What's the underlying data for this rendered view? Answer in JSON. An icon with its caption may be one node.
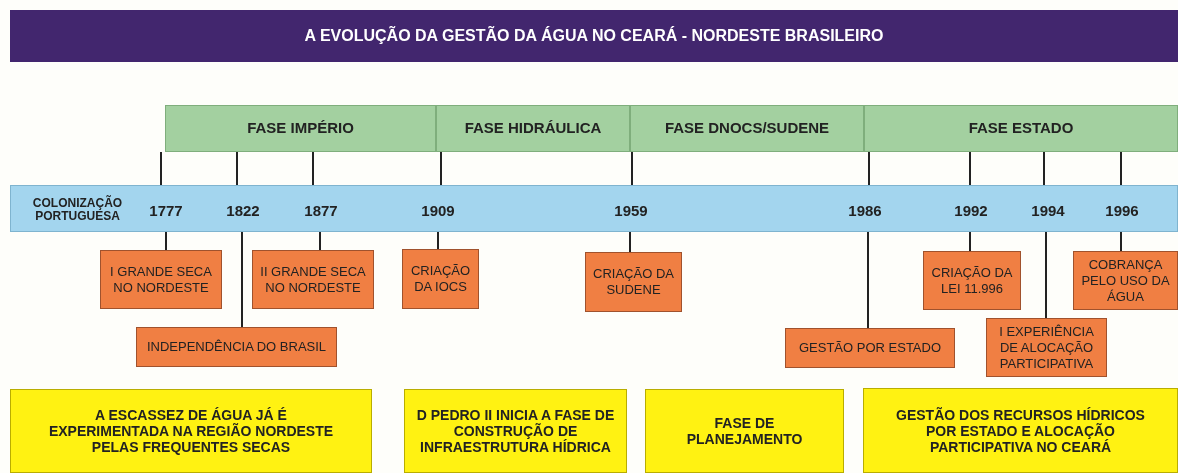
{
  "diagram": {
    "title": "A EVOLUÇÃO DA GESTÃO DA ÁGUA NO CEARÁ - NORDESTE BRASILEIRO",
    "nodes": [
      {
        "text": [
          "FASE IMPÉRIO"
        ]
      },
      {
        "text": [
          "FASE HIDRÁULICA"
        ]
      },
      {
        "text": [
          "FASE DNOCS/SUDENE"
        ]
      },
      {
        "text": [
          "FASE ESTADO"
        ]
      },
      {
        "text": [
          "COLONIZAÇÃO PORTUGUESA"
        ]
      },
      {
        "text": [
          "1777"
        ],
        "in": 4
      },
      {
        "text": [
          "1822"
        ],
        "in": 4
      },
      {
        "text": [
          "1877"
        ],
        "in": 4
      },
      {
        "text": [
          "1909"
        ],
        "in": 4
      },
      {
        "text": [
          "1959"
        ],
        "in": 4
      },
      {
        "text": [
          "1986"
        ],
        "in": 4
      },
      {
        "text": [
          "1992"
        ],
        "in": 4
      },
      {
        "text": [
          "1994"
        ],
        "in": 4
      },
      {
        "text": [
          "1996"
        ],
        "in": 4
      },
      {
        "text": [
          "I GRANDE SECA NO NORDESTE"
        ]
      },
      {
        "text": [
          "INDEPENDÊNCIA DO BRASIL"
        ]
      },
      {
        "text": [
          "II GRANDE SECA NO NORDESTE"
        ]
      },
      {
        "text": [
          "CRIAÇÃO DA IOCS"
        ]
      },
      {
        "text": [
          "CRIAÇÃO DA SUDENE"
        ]
      },
      {
        "text": [
          "GESTÃO POR ESTADO"
        ]
      },
      {
        "text": [
          "CRIAÇÃO DA LEI 11.996"
        ]
      },
      {
        "text": [
          "I EXPERIÊNCIA DE ALOCAÇÃO PARTICIPATIVA"
        ]
      },
      {
        "text": [
          "COBRANÇA PELO USO DA ÁGUA"
        ]
      },
      {
        "text": [
          "A ESCASSEZ DE ÁGUA JÁ É EXPERIMENTADA NA REGIÃO NORDESTE PELAS FREQUENTES SECAS"
        ]
      },
      {
        "text": [
          "D PEDRO II INICIA A FASE DE CONSTRUÇÃO DE INFRAESTRUTURA HÍDRICA"
        ]
      },
      {
        "text": [
          "FASE DE PLANEJAMENTO"
        ]
      },
      {
        "text": [
          "GESTÃO DOS RECURSOS HÍDRICOS POR ESTADO E ALOCAÇÃO PARTICIPATIVA NO CEARÁ"
        ]
      }
    ],
    "edges": [
      {
        "from": 0,
        "to": 5,
        "arrow": "none"
      },
      {
        "from": 0,
        "to": 6,
        "arrow": "none"
      },
      {
        "from": 0,
        "to": 7,
        "arrow": "none"
      },
      {
        "from": 1,
        "to": 8,
        "arrow": "none"
      },
      {
        "from": 2,
        "to": 9,
        "arrow": "none"
      },
      {
        "from": 3,
        "to": 10,
        "arrow": "none"
      },
      {
        "from": 3,
        "to": 11,
        "arrow": "none"
      },
      {
        "from": 3,
        "to": 12,
        "arrow": "none"
      },
      {
        "from": 3,
        "to": 13,
        "arrow": "none"
      },
      {
        "from": 5,
        "to": 14,
        "arrow": "none"
      },
      {
        "from": 6,
        "to": 15,
        "arrow": "none"
      },
      {
        "from": 7,
        "to": 16,
        "arrow": "none"
      },
      {
        "from": 8,
        "to": 17,
        "arrow": "none"
      },
      {
        "from": 9,
        "to": 18,
        "arrow": "none"
      },
      {
        "from": 10,
        "to": 19,
        "arrow": "none"
      },
      {
        "from": 11,
        "to": 20,
        "arrow": "none"
      },
      {
        "from": 12,
        "to": 21,
        "arrow": "none"
      },
      {
        "from": 13,
        "to": 22,
        "arrow": "none"
      }
    ]
  }
}
